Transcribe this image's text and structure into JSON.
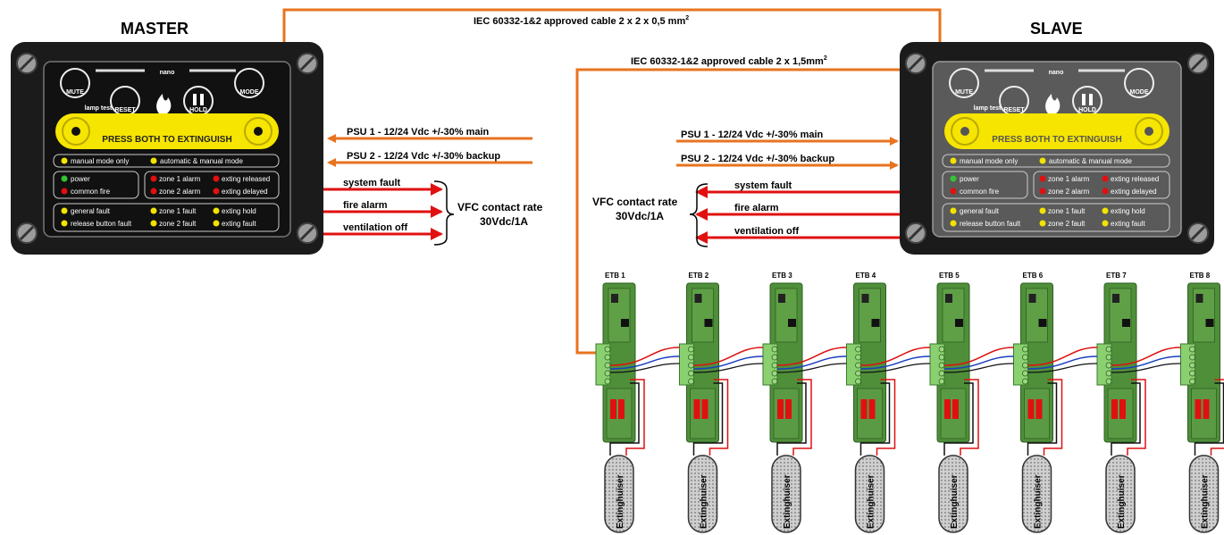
{
  "master": {
    "title": "MASTER",
    "brand": "nano",
    "buttons": [
      "MUTE",
      "RESET",
      "HOLD",
      "MODE"
    ],
    "lamp_test": "lamp test",
    "extinguish_bar": "PRESS BOTH TO EXTINGUISH",
    "mode_row": [
      "manual mode only",
      "automatic & manual mode"
    ],
    "status_left": [
      "power",
      "common fire"
    ],
    "status_right": [
      "zone 1 alarm",
      "exting released",
      "zone 2 alarm",
      "exting delayed"
    ],
    "fault_row": [
      "general fault",
      "zone 1 fault",
      "exting hold",
      "release button fault",
      "zone 2 fault",
      "exting fault"
    ]
  },
  "slave": {
    "title": "SLAVE",
    "brand": "nano",
    "buttons": [
      "MUTE",
      "RESET",
      "HOLD",
      "MODE"
    ],
    "lamp_test": "lamp test",
    "extinguish_bar": "PRESS BOTH TO EXTINGUISH",
    "mode_row": [
      "manual mode only",
      "automatic & manual mode"
    ],
    "status_left": [
      "power",
      "common fire"
    ],
    "status_right": [
      "zone 1 alarm",
      "exting released",
      "zone 2 alarm",
      "exting delayed"
    ],
    "fault_row": [
      "general fault",
      "zone 1 fault",
      "exting hold",
      "release button fault",
      "zone 2 fault",
      "exting fault"
    ]
  },
  "cables": {
    "top": "IEC 60332-1&2 approved cable 2 x 2 x  0,5 mm",
    "top_sup": "2",
    "second": "IEC 60332-1&2 approved cable 2 x 1,5mm",
    "second_sup": "2"
  },
  "master_io": {
    "psu1": "PSU 1 - 12/24 Vdc +/-30% main",
    "psu2": "PSU 2 - 12/24 Vdc +/-30% backup",
    "outputs": [
      "system fault",
      "fire alarm",
      "ventilation off"
    ],
    "vfc_line1": "VFC contact rate",
    "vfc_line2": "30Vdc/1A"
  },
  "slave_io": {
    "psu1": "PSU 1 - 12/24 Vdc +/-30% main",
    "psu2": "PSU 2 - 12/24 Vdc +/-30% backup",
    "outputs": [
      "system fault",
      "fire alarm",
      "ventilation off"
    ],
    "vfc_line1": "VFC contact rate",
    "vfc_line2": "30Vdc/1A"
  },
  "etb_labels": [
    "ETB 1",
    "ETB 2",
    "ETB 3",
    "ETB 4",
    "ETB 5",
    "ETB 6",
    "ETB 7",
    "ETB 8"
  ],
  "extinguisher_label": "Extinghuiser",
  "colors": {
    "cable_orange": "#e8731f",
    "signal_red": "#e01010",
    "panel_body": "#1b1b1b",
    "master_face": "#111111",
    "slave_face": "#5a5a5a",
    "button_yellow": "#f6e500",
    "etb_green": "#4f8f3a"
  }
}
